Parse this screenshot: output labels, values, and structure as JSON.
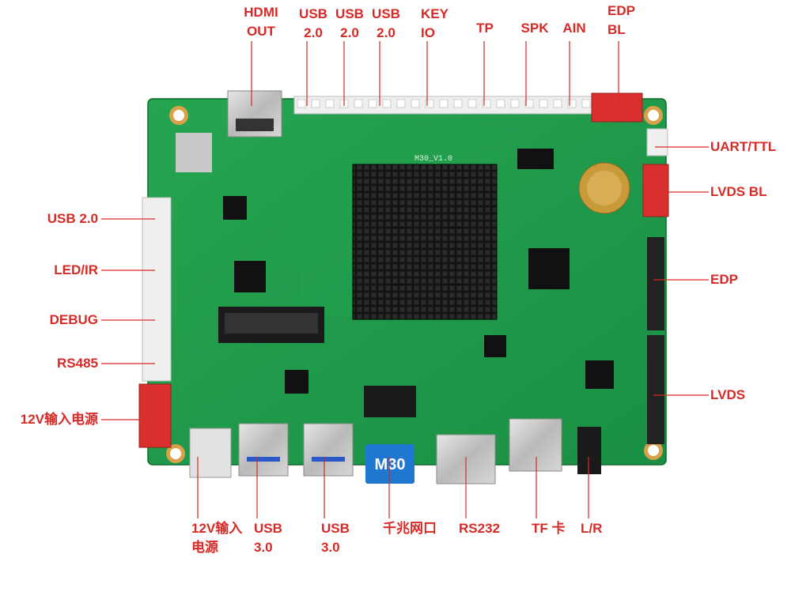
{
  "colors": {
    "label": "#d62a26",
    "leader": "#d62a26",
    "pcb": "#1f9e4a",
    "pcb_dark": "#137a36",
    "heatsink": "#1c1c1c",
    "connector_red": "#d9302f",
    "connector_white": "#eeeeee"
  },
  "board": {
    "silkscreen": "M30_V1.0",
    "badge": "M30"
  },
  "labels": {
    "hdmi_out": [
      "HDMI",
      "OUT"
    ],
    "usb20_a": [
      "USB",
      "2.0"
    ],
    "usb20_b": [
      "USB",
      "2.0"
    ],
    "usb20_c": [
      "USB",
      "2.0"
    ],
    "key_io": [
      "KEY",
      "IO"
    ],
    "tp": [
      "TP"
    ],
    "spk": [
      "SPK"
    ],
    "ain": [
      "AIN"
    ],
    "edp_bl": [
      "EDP",
      "BL"
    ],
    "uart_ttl": [
      "UART/TTL"
    ],
    "lvds_bl": [
      "LVDS BL"
    ],
    "edp": [
      "EDP"
    ],
    "lvds": [
      "LVDS"
    ],
    "usb20_left": [
      "USB 2.0"
    ],
    "led_ir": [
      "LED/IR"
    ],
    "debug": [
      "DEBUG"
    ],
    "rs485": [
      "RS485"
    ],
    "power_12v_left": [
      "12V输入电源"
    ],
    "power_12v_bottom": [
      "12V输入",
      "电源"
    ],
    "usb30_a": [
      "USB",
      "3.0"
    ],
    "usb30_b": [
      "USB",
      "3.0"
    ],
    "gigabit_lan": [
      "千兆网口"
    ],
    "rs232": [
      "RS232"
    ],
    "tf_card": [
      "TF 卡"
    ],
    "lr": [
      "L/R"
    ]
  }
}
